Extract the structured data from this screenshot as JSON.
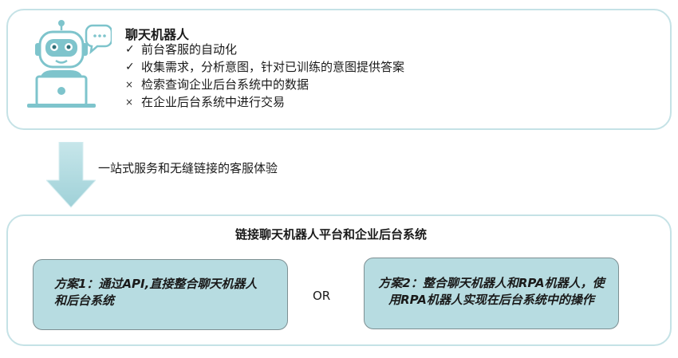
{
  "top": {
    "title": "聊天机器人",
    "items": [
      {
        "mark": "✓",
        "text": "前台客服的自动化"
      },
      {
        "mark": "✓",
        "text": "收集需求，分析意图，针对已训练的意图提供答案"
      },
      {
        "mark": "×",
        "text": "检索查询企业后台系统中的数据"
      },
      {
        "mark": "×",
        "text": "在企业后台系统中进行交易"
      }
    ]
  },
  "arrow_label": "一站式服务和无缝链接的客服体验",
  "bottom": {
    "title": "链接聊天机器人平台和企业后台系统",
    "option1": "方案1：通过API,直接整合聊天机器人和后台系统",
    "or": "OR",
    "option2": "方案2：整合聊天机器人和RPA机器人，使用RPA机器人实现在后台系统中的操作"
  },
  "colors": {
    "panel_border": "#c5e2e6",
    "option_fill": "#b7dce1",
    "arrow": "#a9d6dc",
    "bot": "#7ec4cc"
  },
  "icons": [
    "chatbot-laptop-icon",
    "speech-bubble-icon",
    "down-arrow-icon"
  ]
}
